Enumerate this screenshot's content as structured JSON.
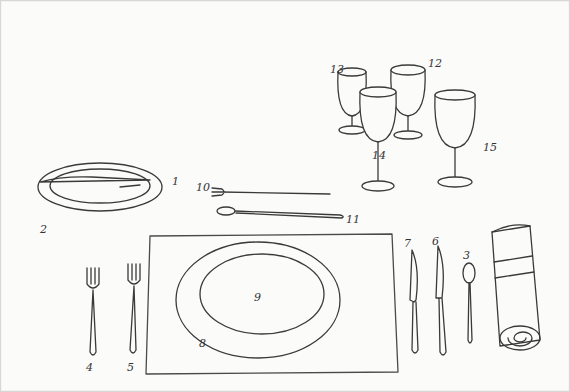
{
  "diagram": {
    "labels": [
      "12",
      "13",
      "15",
      "14",
      "1",
      "10",
      "2",
      "11",
      "7",
      "6",
      "3",
      "9",
      "8",
      "4",
      "5"
    ]
  }
}
